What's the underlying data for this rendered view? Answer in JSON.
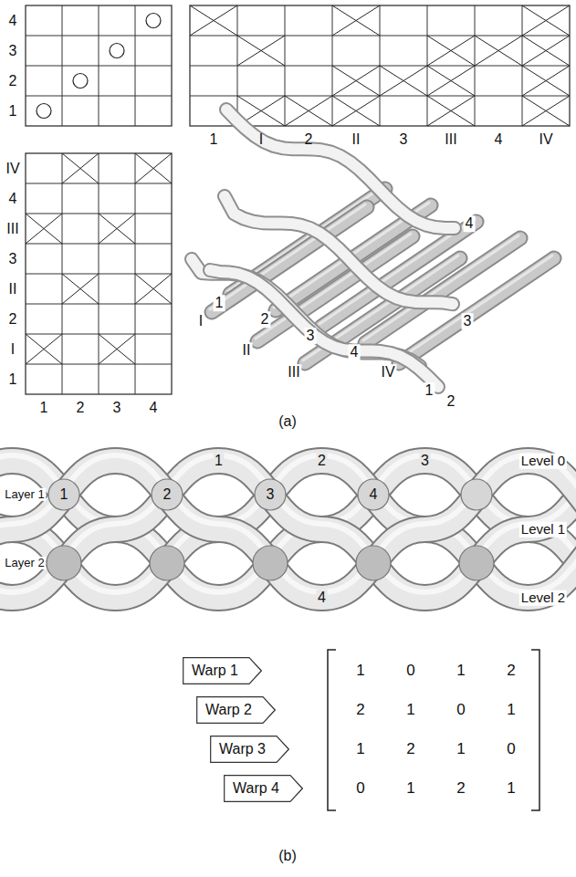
{
  "diagram": {
    "nodes": [
      {
        "text": [
          "Warp 1"
        ]
      },
      {
        "text": [
          "Warp 2"
        ]
      },
      {
        "text": [
          "Warp 3"
        ]
      },
      {
        "text": [
          "Warp 4"
        ]
      }
    ],
    "labels": [
      "4",
      "3",
      "2",
      "1",
      "1",
      "I",
      "2",
      "II",
      "3",
      "III",
      "4",
      "IV",
      "IV",
      "4",
      "III",
      "3",
      "II",
      "2",
      "I",
      "1",
      "1",
      "2",
      "3",
      "4",
      "1",
      "I",
      "2",
      "II",
      "3",
      "III",
      "4",
      "IV",
      "3",
      "4",
      "1",
      "2",
      "(a)",
      "1",
      "2",
      "3",
      "Level 0",
      "Layer 1",
      "1",
      "2",
      "3",
      "4",
      "Level 1",
      "Layer 2",
      "4",
      "Level 2",
      "1",
      "0",
      "1",
      "2",
      "2",
      "1",
      "0",
      "1",
      "1",
      "2",
      "1",
      "0",
      "0",
      "1",
      "2",
      "1",
      "(b)"
    ]
  }
}
